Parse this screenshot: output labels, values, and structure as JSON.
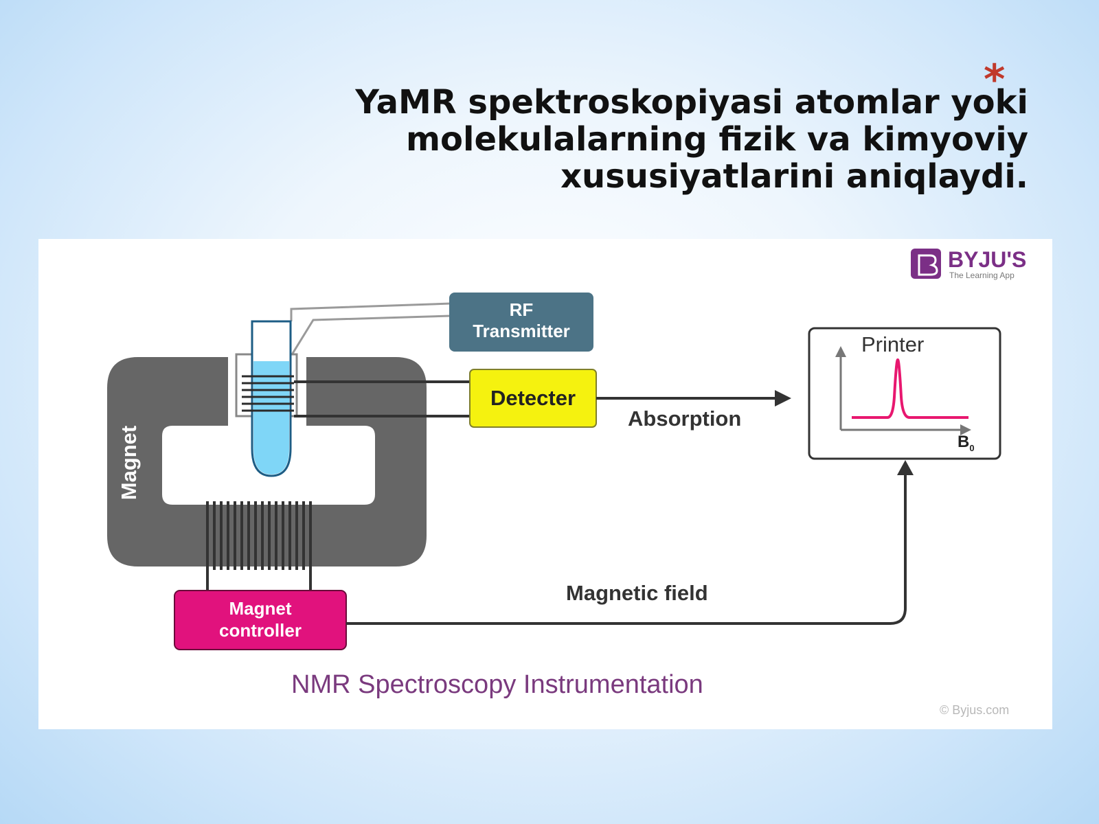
{
  "slide": {
    "bullet": "*",
    "title_lines": [
      "YaMR spektroskopiyasi atomlar yoki",
      "molekulalarning fizik va kimyoviy",
      "xususiyatlarini aniqlaydi."
    ]
  },
  "diagram": {
    "logo_text": "BYJU'S",
    "logo_tagline": "The Learning App",
    "rf_transmitter": [
      "RF",
      "Transmitter"
    ],
    "detector": "Detecter",
    "absorption": "Absorption",
    "printer": "Printer",
    "b0_base": "B",
    "b0_sub": "0",
    "magnet": "Magnet",
    "magnet_controller": [
      "Magnet",
      "controller"
    ],
    "magnetic_field": "Magnetic field",
    "caption": "NMR Spectroscopy Instrumentation",
    "watermark": "© Byjus.com",
    "colors": {
      "magnet": "#666666",
      "rf_box": "#4c7386",
      "detector_box": "#f5f20f",
      "controller_box": "#e1127d",
      "peak": "#e8176f",
      "sample": "#7fd6f7",
      "caption": "#7a3a7e",
      "logo": "#7b2f86"
    }
  }
}
